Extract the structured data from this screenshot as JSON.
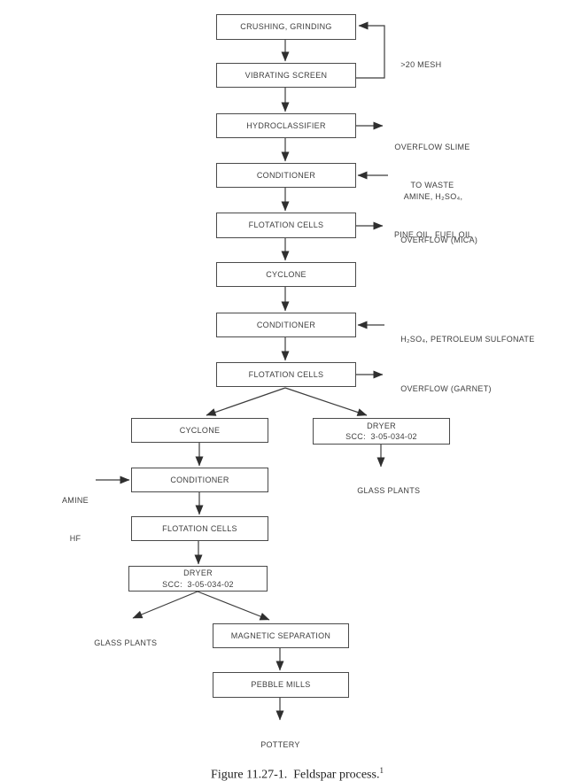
{
  "figure": {
    "caption_text": "Figure 11.27-1.  Feldspar process.",
    "caption_superscript": "1"
  },
  "colors": {
    "background": "#ffffff",
    "line": "#3c3c3c",
    "text": "#3e3e3e",
    "caption_text_color": "#1f1f1f"
  },
  "nodes": {
    "crushing": {
      "label": "CRUSHING, GRINDING"
    },
    "vibrating": {
      "label": "VIBRATING SCREEN"
    },
    "hydroclassifier": {
      "label": "HYDROCLASSIFIER"
    },
    "conditioner1": {
      "label": "CONDITIONER"
    },
    "flotation1": {
      "label": "FLOTATION CELLS"
    },
    "cyclone1": {
      "label": "CYCLONE"
    },
    "conditioner2": {
      "label": "CONDITIONER"
    },
    "flotation2": {
      "label": "FLOTATION CELLS"
    },
    "cyclone2": {
      "label": "CYCLONE"
    },
    "dryer1": {
      "label": "DRYER",
      "sublabel": "SCC:  3-05-034-02"
    },
    "conditioner3": {
      "label": "CONDITIONER"
    },
    "flotation3": {
      "label": "FLOTATION CELLS"
    },
    "dryer2": {
      "label": "DRYER",
      "sublabel": "SCC:  3-05-034-02"
    },
    "magnetic": {
      "label": "MAGNETIC SEPARATION"
    },
    "pebble": {
      "label": "PEBBLE MILLS"
    }
  },
  "annotations": {
    "mesh": ">20 MESH",
    "overflow_slime_line1": "OVERFLOW SLIME",
    "overflow_slime_line2": "TO WASTE",
    "amine_mix_line1": "AMINE, H₂SO₄,",
    "amine_mix_line2": "PINE OIL, FUEL OIL",
    "overflow_mica": "OVERFLOW (MICA)",
    "h2so4_petroleum": "H₂SO₄, PETROLEUM SULFONATE",
    "overflow_garnet": "OVERFLOW (GARNET)",
    "amine_hf_line1": "AMINE",
    "amine_hf_line2": "HF",
    "glass_plants_right": "GLASS PLANTS",
    "glass_plants_left": "GLASS PLANTS",
    "pottery": "POTTERY"
  }
}
